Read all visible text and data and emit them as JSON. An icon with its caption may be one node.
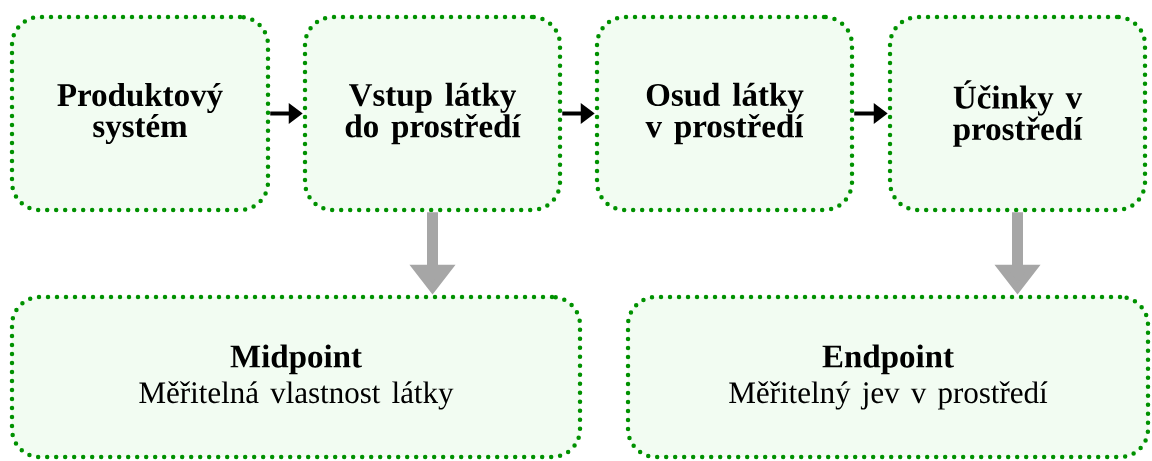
{
  "diagram": {
    "nodes": [
      {
        "text": [
          "Produktový systém"
        ]
      },
      {
        "text": [
          "Vstup látky do prostředí"
        ]
      },
      {
        "text": [
          "Osud látky v prostředí"
        ]
      },
      {
        "text": [
          "Účinky v prostředí"
        ]
      },
      {
        "text": [
          "Midpoint",
          "Měřitelná vlastnost látky"
        ]
      },
      {
        "text": [
          "Endpoint",
          "Měřitelný jev v prostředí"
        ]
      }
    ],
    "edges": [
      {
        "from": 0,
        "to": 1,
        "arrow": "to"
      },
      {
        "from": 1,
        "to": 2,
        "arrow": "to"
      },
      {
        "from": 2,
        "to": 3,
        "arrow": "to"
      },
      {
        "from": 1,
        "to": 4,
        "arrow": "to",
        "style": "thick",
        "color": "#a6a6a6"
      },
      {
        "from": 3,
        "to": 5,
        "arrow": "to",
        "style": "thick",
        "color": "#a6a6a6"
      }
    ]
  }
}
